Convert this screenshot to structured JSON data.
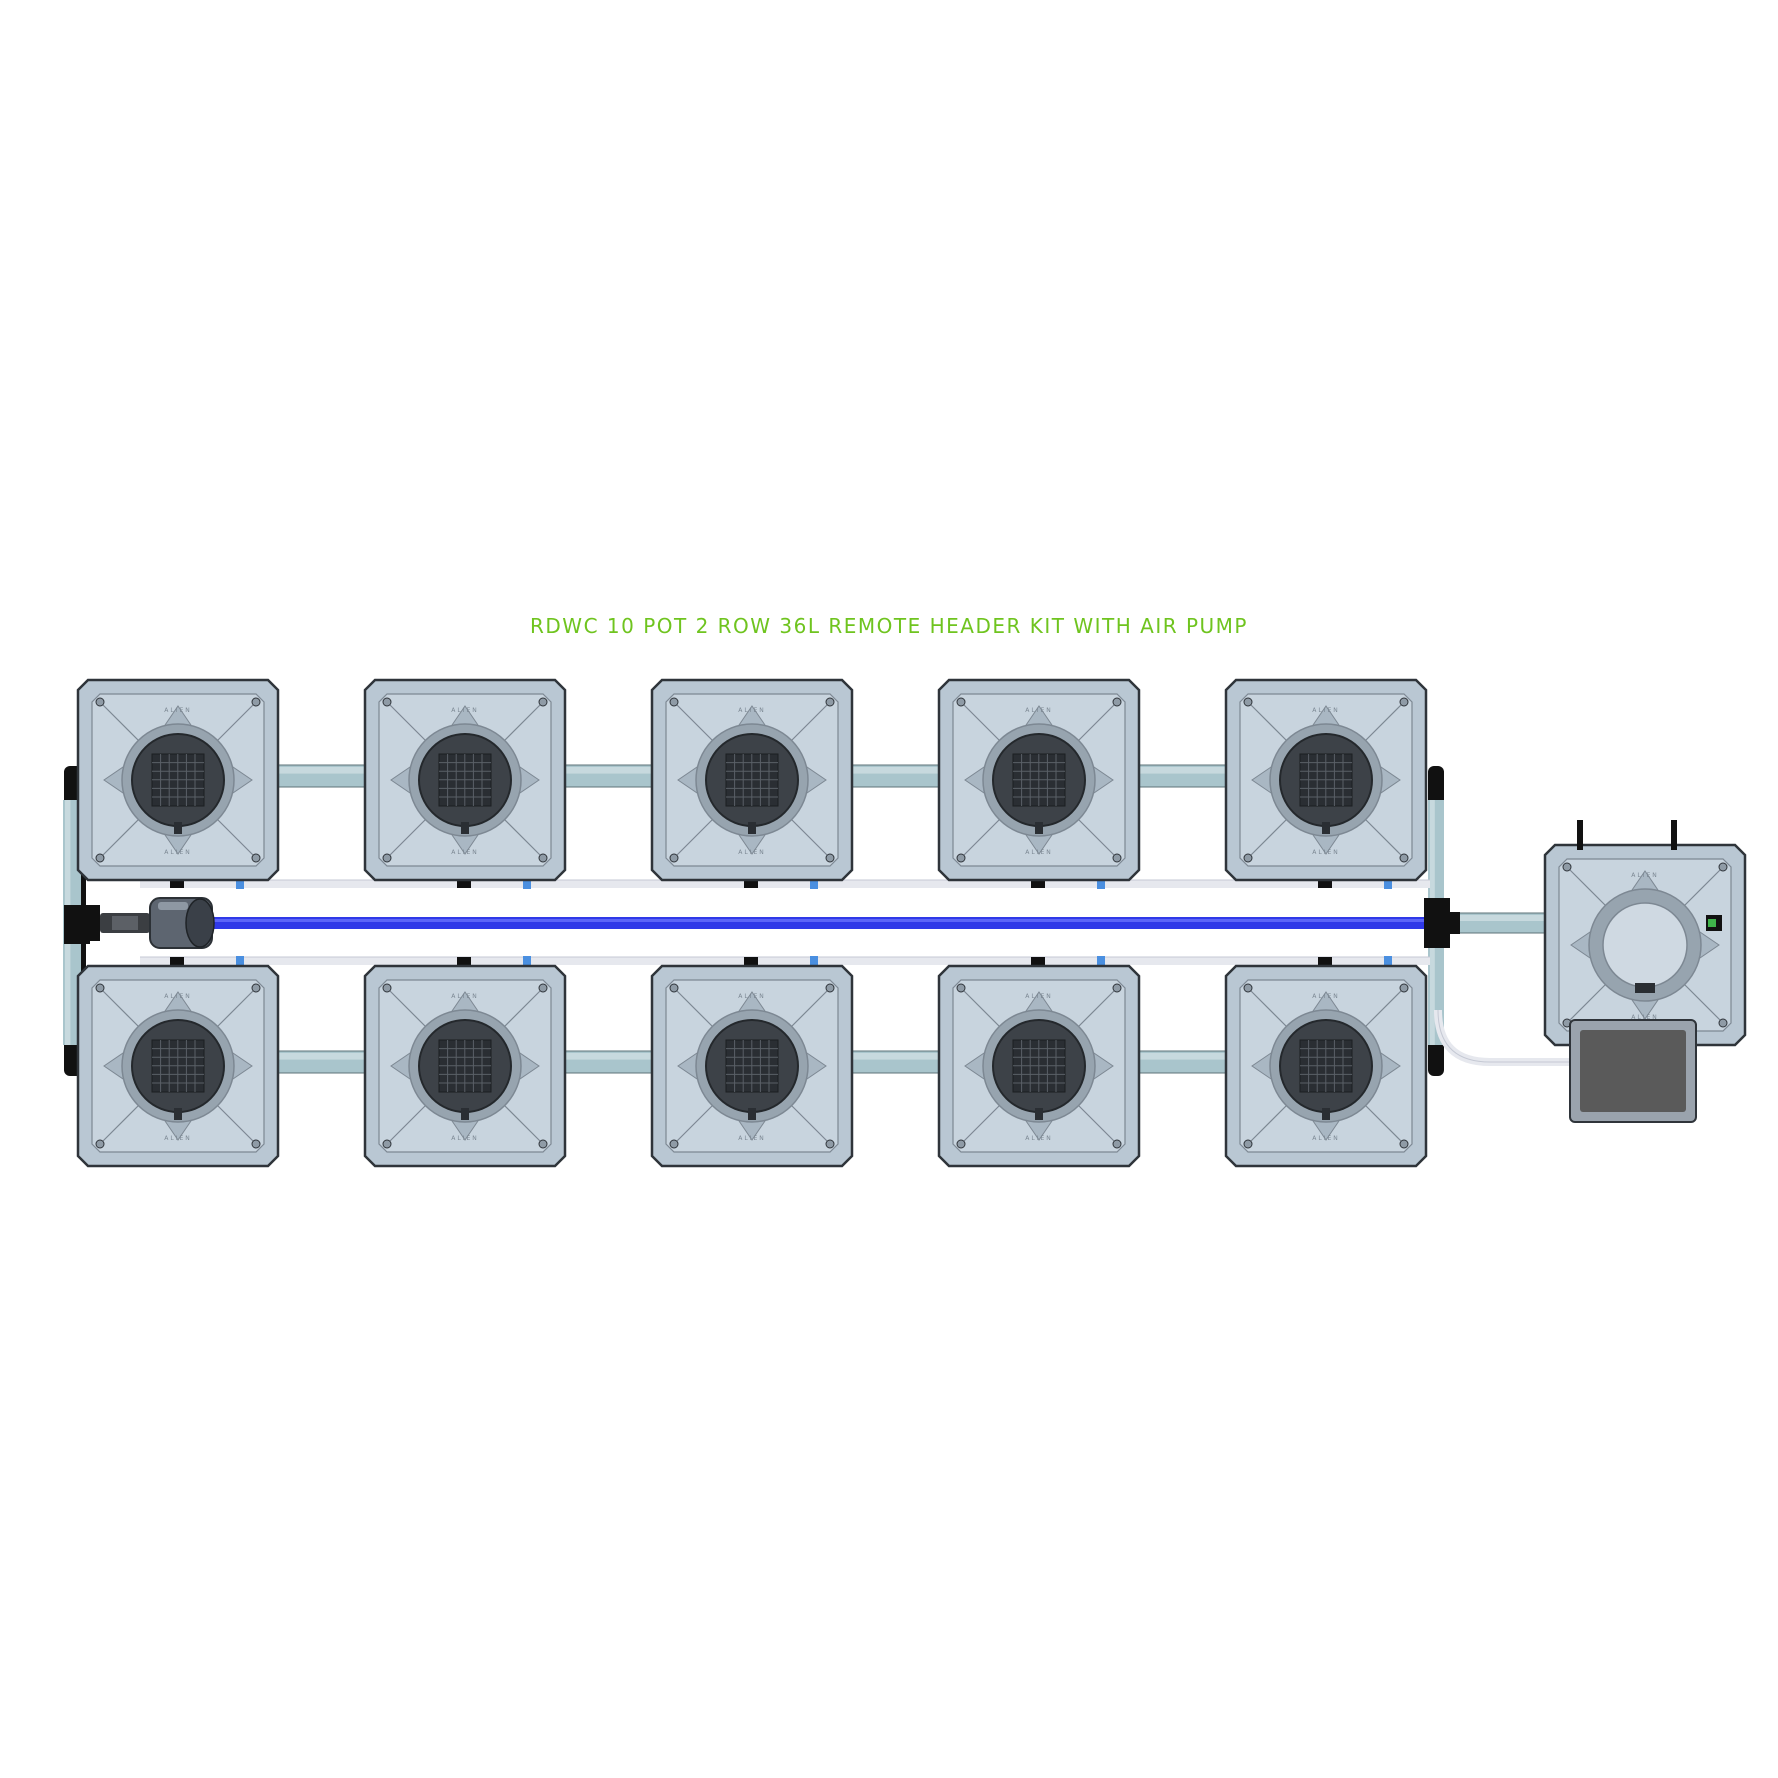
{
  "title": "RDWC 10 POT 2 ROW 36L REMOTE HEADER KIT WITH AIR PUMP",
  "pots": {
    "rows": 2,
    "per_row": 5,
    "embossed_label": "ALIEN"
  },
  "colors": {
    "title": "#6fc41f",
    "pot_body": "#b9c7d3",
    "pot_shadow": "#7d8893",
    "pot_outline": "#2f343a",
    "net_basket": "#3d4248",
    "return_pipe": "#a9c5cc",
    "feed_line": "#2f39e8",
    "air_line": "#e6e8ee",
    "air_connector": "#4a8fe0",
    "air_pump": "#5a5a5a"
  },
  "icons": {
    "pot": "pot-icon",
    "net_basket": "net-basket-icon",
    "water_pump": "water-pump-icon",
    "header_tank": "header-tank-icon",
    "air_pump": "air-pump-icon"
  }
}
